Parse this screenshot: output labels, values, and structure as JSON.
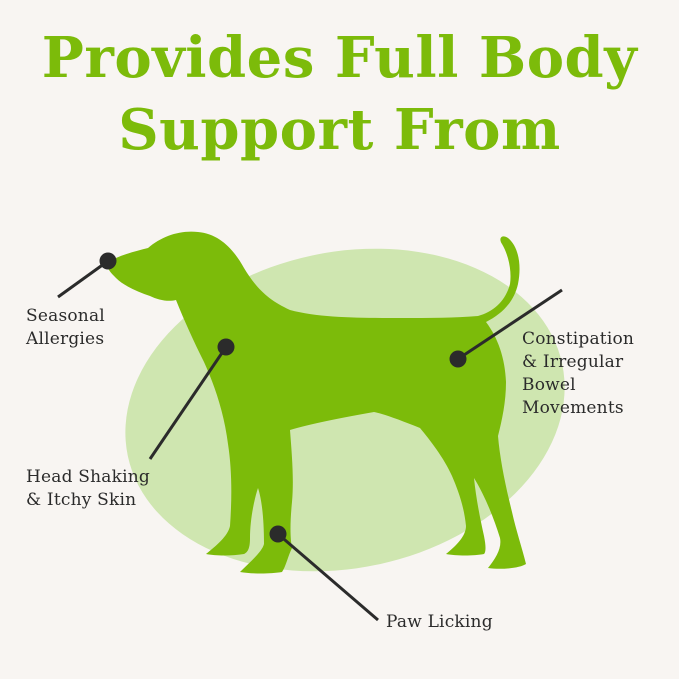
{
  "headline": {
    "line1": "Provides Full Body",
    "line2": "Support From"
  },
  "colors": {
    "background": "#f8f5f2",
    "accent_green": "#7cbb0a",
    "light_green_ellipse": "#cfe6b0",
    "callout_dark": "#2b2b2b"
  },
  "illustration": {
    "subject": "dog-silhouette",
    "backdrop": "light-green-ellipse"
  },
  "callouts": [
    {
      "id": "seasonal-allergies",
      "lines": [
        "Seasonal",
        "Allergies"
      ],
      "target": "nose"
    },
    {
      "id": "constipation",
      "lines": [
        "Constipation",
        "& Irregular",
        "Bowel",
        "Movements"
      ],
      "target": "hindquarters"
    },
    {
      "id": "head-shaking",
      "lines": [
        "Head Shaking",
        "& Itchy Skin"
      ],
      "target": "chest"
    },
    {
      "id": "paw-licking",
      "lines": [
        "Paw Licking"
      ],
      "target": "front-paw"
    }
  ]
}
